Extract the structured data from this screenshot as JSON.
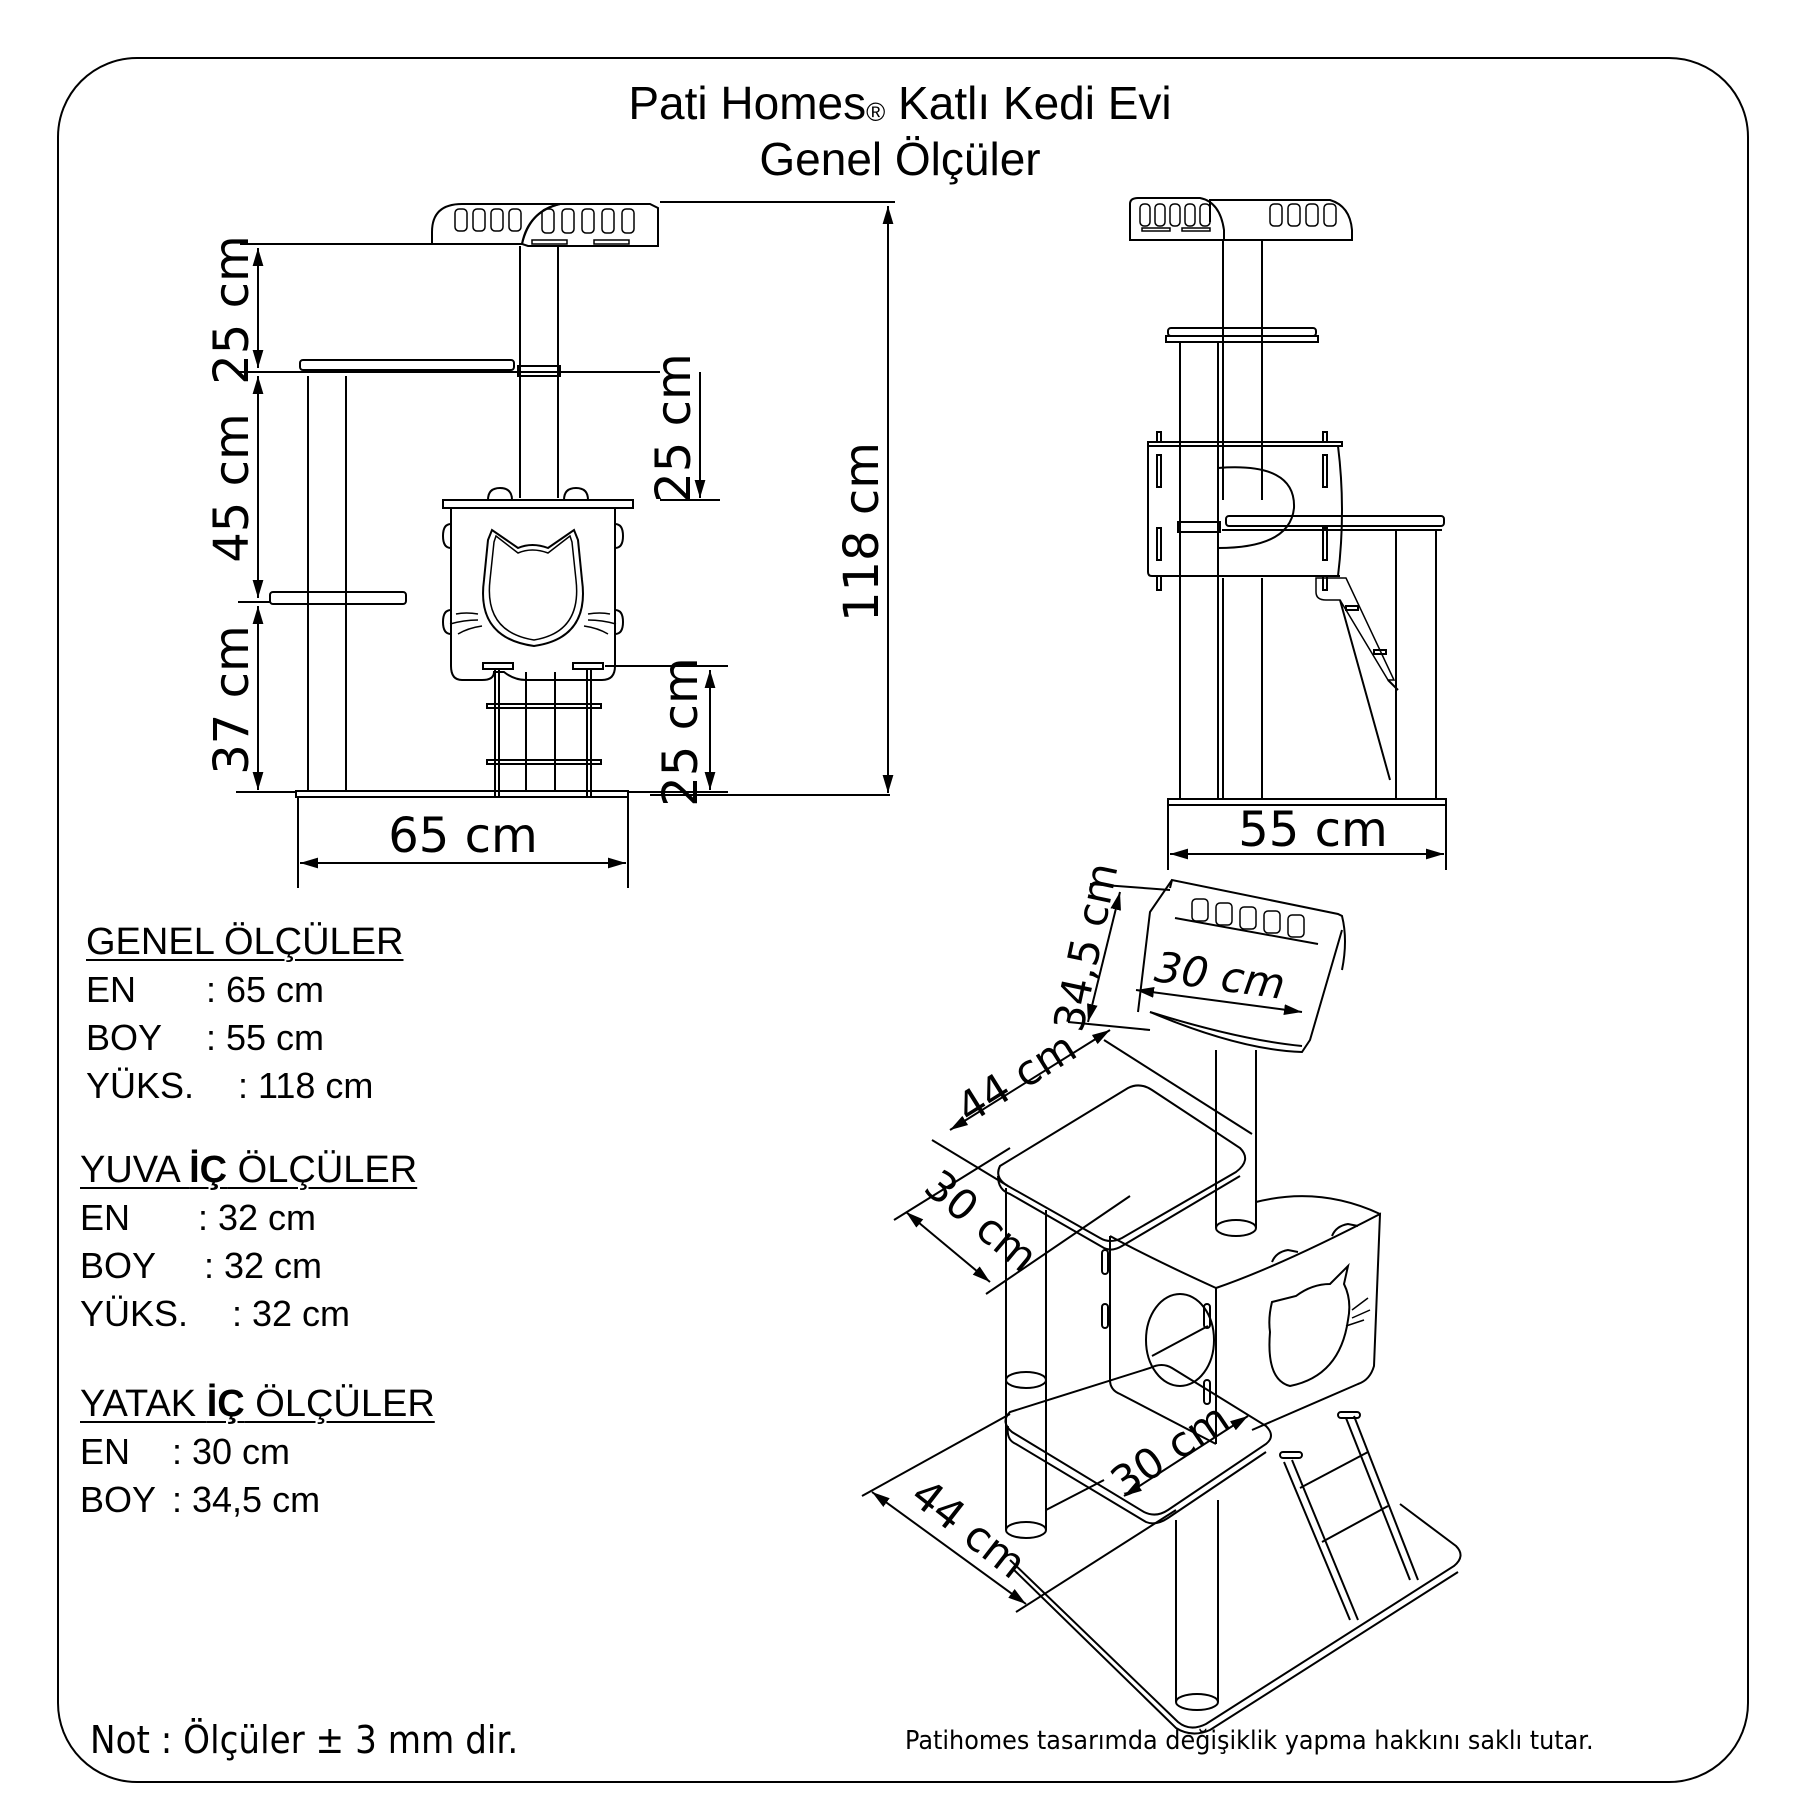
{
  "title": {
    "line1_brand": "Pati Homes",
    "line1_reg": "®",
    "line1_rest": " Katlı Kedi Evi",
    "line2": "Genel Ölçüler"
  },
  "front_view": {
    "dims": {
      "top_gap": "25 cm",
      "middle_gap": "45 cm",
      "bottom_gap": "37 cm",
      "post_to_house": "25 cm",
      "house_bottom": "25 cm",
      "total_height": "118 cm",
      "width": "65 cm"
    }
  },
  "side_view": {
    "dims": {
      "depth": "55 cm"
    }
  },
  "iso_view": {
    "dims": {
      "bed_depth": "34,5 cm",
      "bed_width": "30 cm",
      "upper_platform_length": "44 cm",
      "upper_platform_width": "30 cm",
      "lower_platform_width": "30 cm",
      "lower_platform_length": "44 cm"
    }
  },
  "specs": {
    "general": {
      "heading": "GENEL ÖLÇÜLER",
      "rows": [
        {
          "label": "EN",
          "value": ": 65 cm"
        },
        {
          "label": "BOY",
          "value": ": 55 cm"
        },
        {
          "label": "YÜKS.",
          "value": ": 118 cm"
        }
      ]
    },
    "nest": {
      "heading_pre": "YUVA ",
      "heading_bold": "İÇ",
      "heading_post": " ÖLÇÜLER",
      "rows": [
        {
          "label": "EN",
          "value": ": 32 cm"
        },
        {
          "label": "BOY",
          "value": ": 32 cm"
        },
        {
          "label": "YÜKS.",
          "value": ": 32 cm"
        }
      ]
    },
    "bed": {
      "heading_pre": "YATAK ",
      "heading_bold": "İÇ",
      "heading_post": " ÖLÇÜLER",
      "rows": [
        {
          "label": "EN",
          "value": ": 30 cm"
        },
        {
          "label": "BOY",
          "value": ": 34,5 cm"
        }
      ]
    }
  },
  "footer": {
    "note": "Not : Ölçüler ± 3 mm dir.",
    "disclaimer": "Patihomes tasarımda değişiklik yapma hakkını saklı tutar."
  }
}
